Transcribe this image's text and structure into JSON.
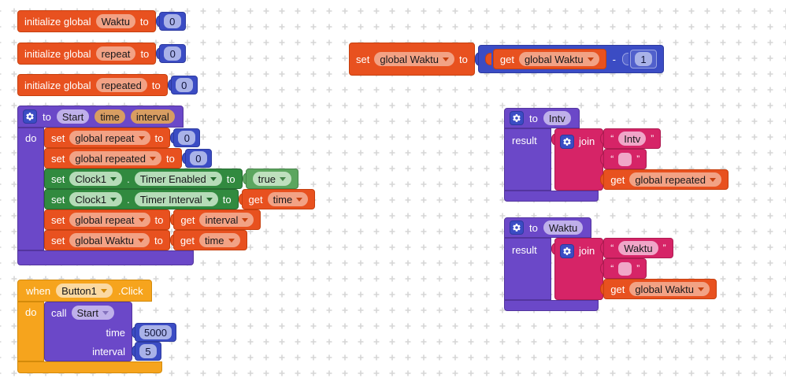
{
  "colors": {
    "variable_orange": "#e8511f",
    "math_blue": "#3b4cc4",
    "procedure_purple": "#6b48c8",
    "event_yellow": "#f6a41d",
    "component_green": "#318a3f",
    "logic_green": "#5ca65f",
    "text_pink": "#d62467",
    "grid_cross": "#d6d6d6"
  },
  "blocks": {
    "init_waktu": {
      "kw1": "initialize global",
      "name": "Waktu",
      "kw2": "to",
      "value": "0"
    },
    "init_repeat": {
      "kw1": "initialize global",
      "name": "repeat",
      "kw2": "to",
      "value": "0"
    },
    "init_repeated": {
      "kw1": "initialize global",
      "name": "repeated",
      "kw2": "to",
      "value": "0"
    },
    "set_waktu_decrement": {
      "set": "set",
      "var": "global Waktu",
      "to": "to",
      "get": "get",
      "get_var": "global Waktu",
      "operator": "-",
      "operand": "1"
    },
    "proc_start": {
      "to": "to",
      "name": "Start",
      "param1": "time",
      "param2": "interval",
      "do": "do",
      "row1": {
        "set": "set",
        "var": "global repeat",
        "to": "to",
        "value": "0"
      },
      "row2": {
        "set": "set",
        "var": "global repeated",
        "to": "to",
        "value": "0"
      },
      "row3": {
        "set": "set",
        "component": "Clock1",
        "dot": ".",
        "prop": "Timer Enabled",
        "to": "to",
        "value": "true"
      },
      "row4": {
        "set": "set",
        "component": "Clock1",
        "dot": ".",
        "prop": "Timer Interval",
        "to": "to",
        "get": "get",
        "get_var": "time"
      },
      "row5": {
        "set": "set",
        "var": "global repeat",
        "to": "to",
        "get": "get",
        "get_var": "interval"
      },
      "row6": {
        "set": "set",
        "var": "global Waktu",
        "to": "to",
        "get": "get",
        "get_var": "time"
      }
    },
    "when_button_click": {
      "when": "when",
      "component": "Button1",
      "event": ".Click",
      "do": "do",
      "call": "call",
      "proc": "Start",
      "arg1": "time",
      "arg1_value": "5000",
      "arg2": "interval",
      "arg2_value": "5"
    },
    "proc_intv": {
      "to": "to",
      "name": "Intv",
      "result": "result",
      "join": "join",
      "quote_open": "“",
      "quote_close": "”",
      "string1": "Intv",
      "get": "get",
      "get_var": "global repeated"
    },
    "proc_waktu": {
      "to": "to",
      "name": "Waktu",
      "result": "result",
      "join": "join",
      "quote_open": "“",
      "quote_close": "”",
      "string1": "Waktu",
      "get": "get",
      "get_var": "global Waktu"
    }
  }
}
